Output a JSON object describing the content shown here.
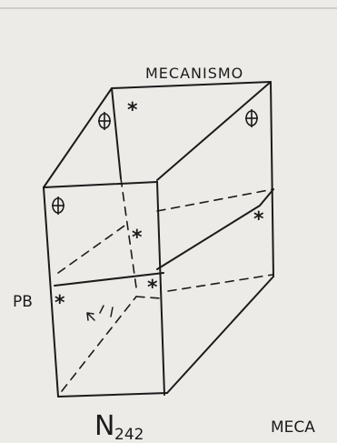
{
  "sketch": {
    "top_label": "MECANISMO",
    "side_label": "PB",
    "bottom_label_main": "N",
    "bottom_label_sub": "242",
    "corner_label": "MECA",
    "symbols": {
      "asterisk": "*",
      "crossed_circle": "⊕"
    }
  },
  "colors": {
    "paper": "#ecebe8",
    "ink": "#1b1b1b",
    "rule_line": "#9a9a9a"
  }
}
